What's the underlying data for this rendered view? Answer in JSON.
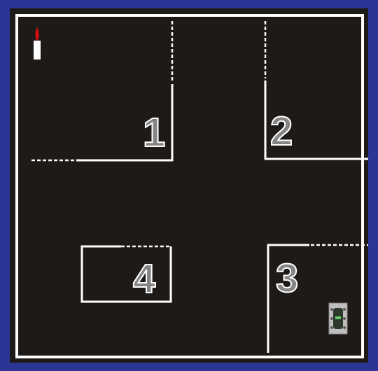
{
  "diagram": {
    "nodes": [
      {
        "text": [
          "4"
        ]
      }
    ],
    "labels": [
      "1",
      "2",
      "3"
    ]
  }
}
